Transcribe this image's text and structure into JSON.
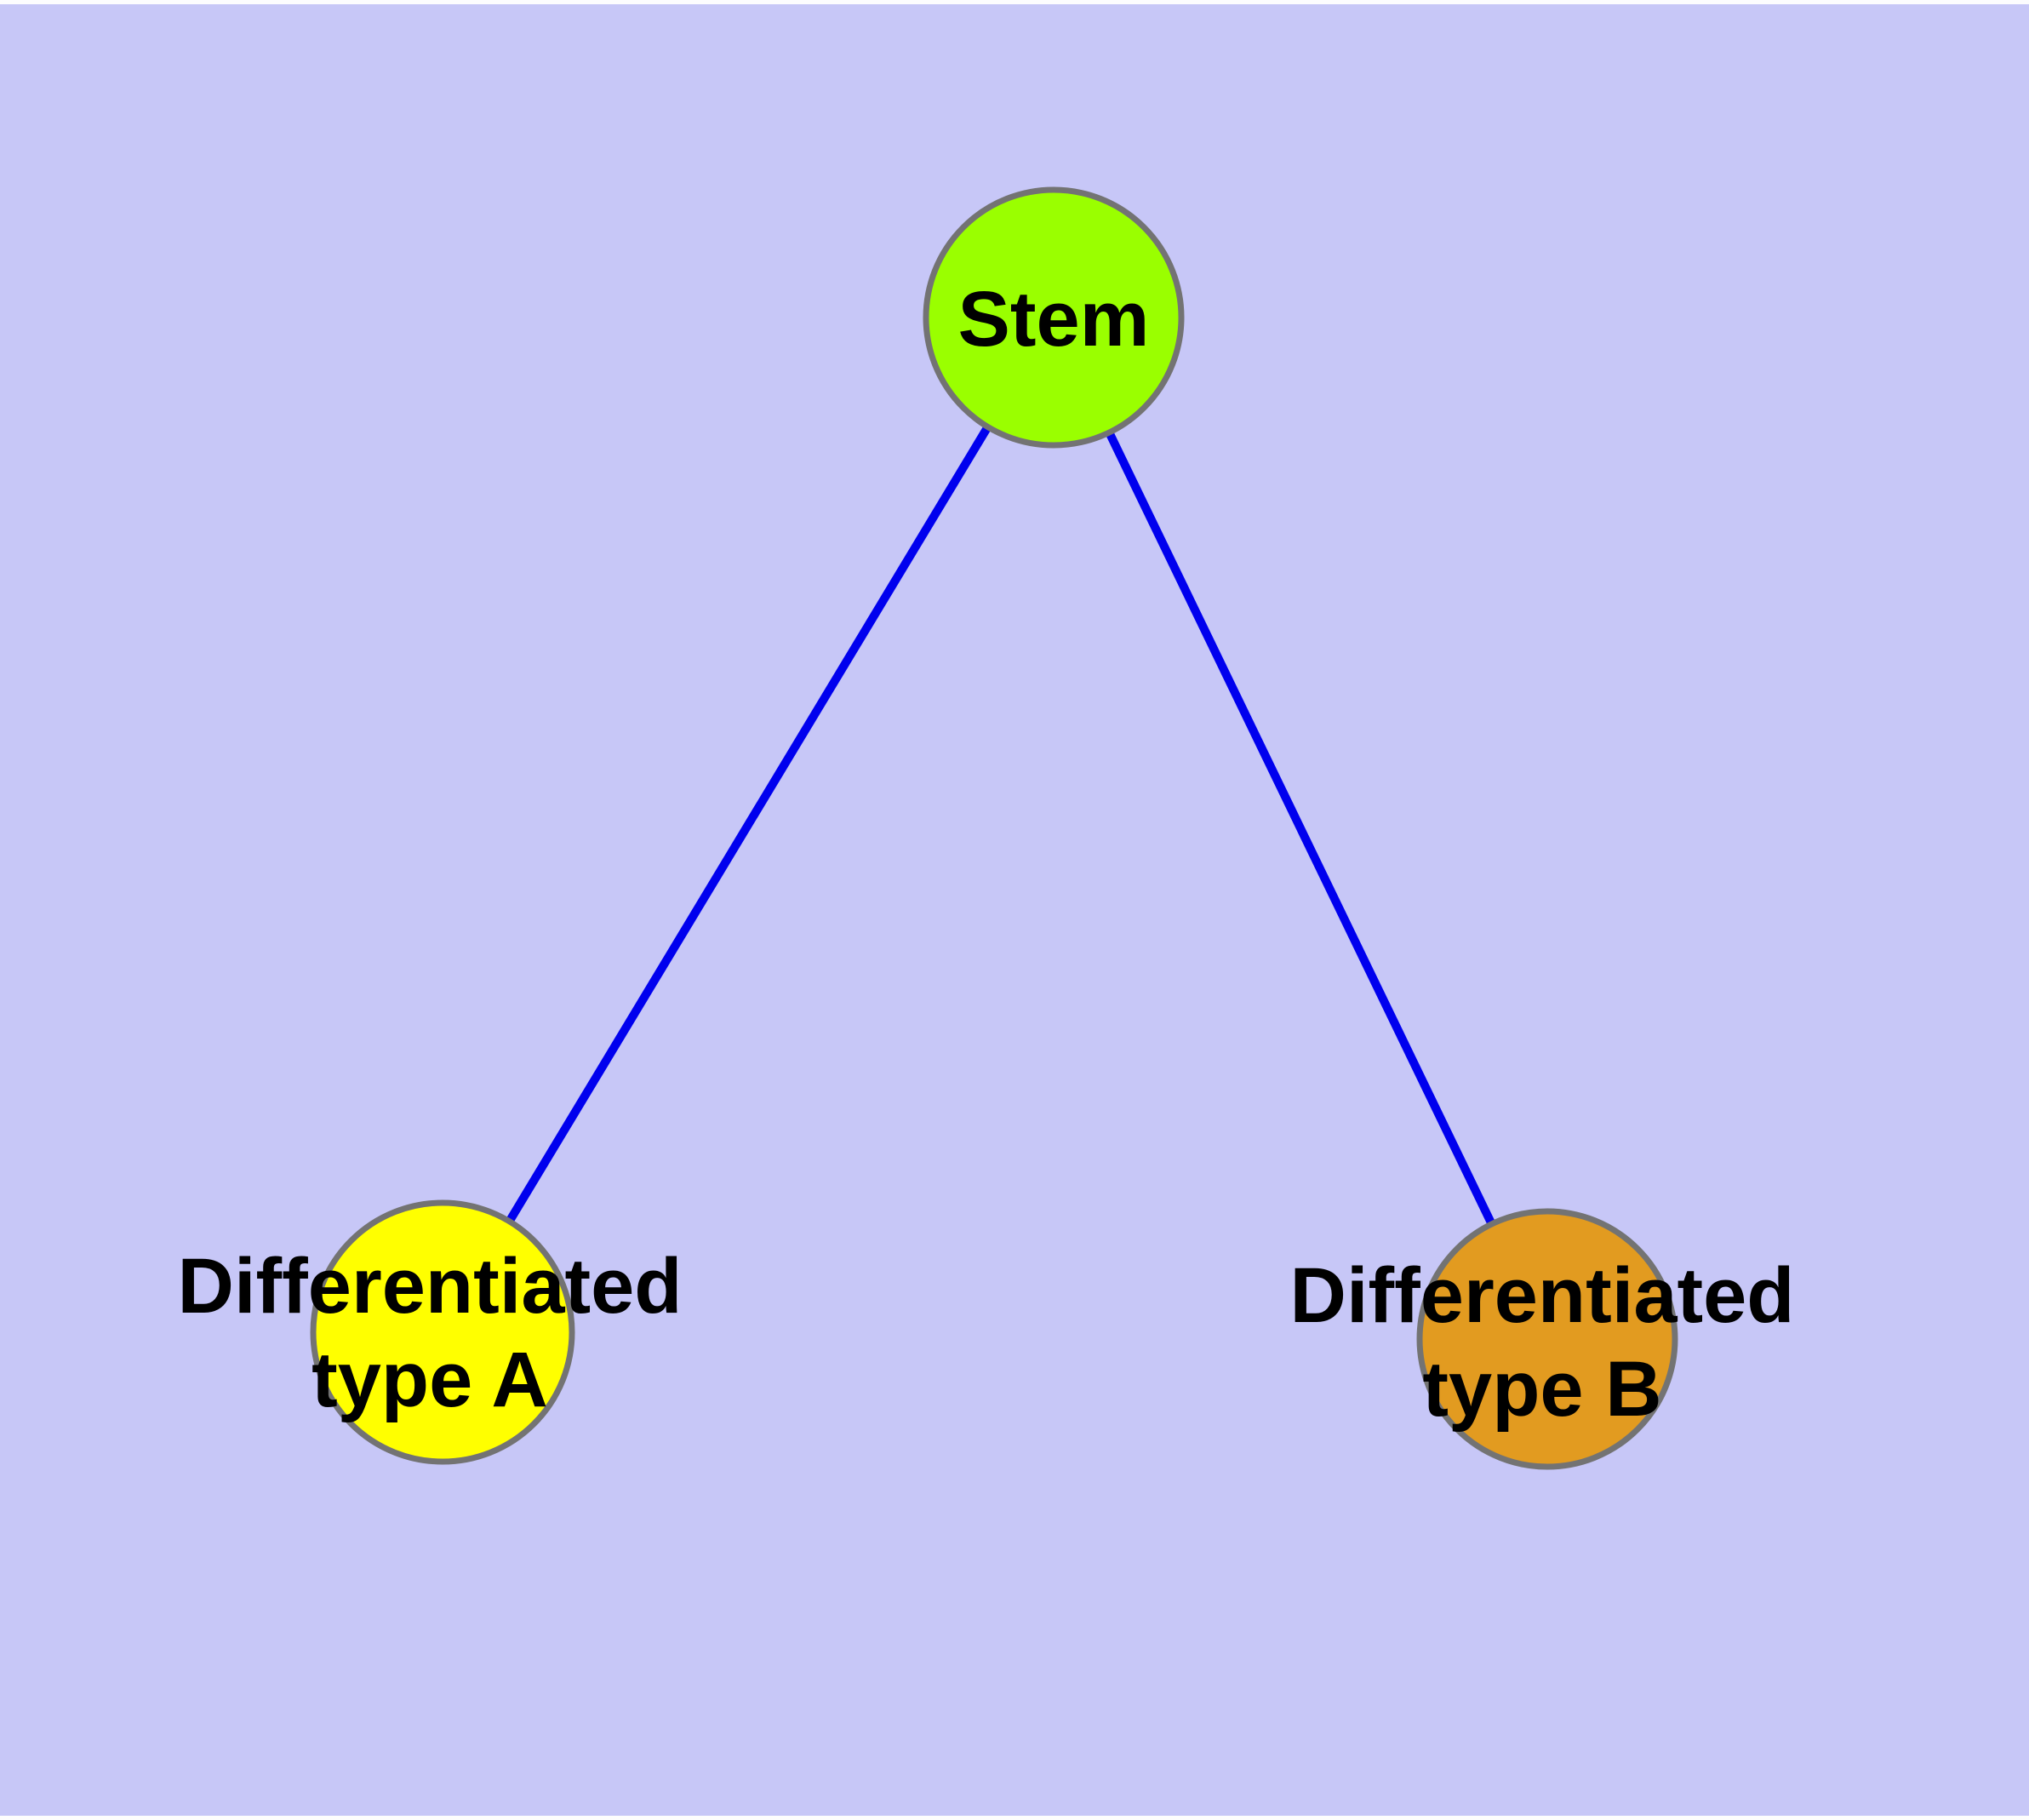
{
  "canvas": {
    "background_color": "#c7c7f7",
    "top_strip_color": "#fcfcfe",
    "bottom_strip_color": "#fdfdfd"
  },
  "label_color": "#000000",
  "nodes": {
    "stem": {
      "label": "Stem",
      "fill": "#9aff00",
      "stroke": "#737373"
    },
    "type_a": {
      "lines": [
        "Differentiated",
        "type A"
      ],
      "fill": "#ffff00",
      "stroke": "#737373"
    },
    "type_b": {
      "lines": [
        "Differentiated",
        "type B"
      ],
      "fill": "#e29b20",
      "stroke": "#737373"
    }
  },
  "edges": {
    "color": "#0000ee",
    "list": [
      {
        "from": "Stem",
        "to": "Differentiated type A"
      },
      {
        "from": "Stem",
        "to": "Differentiated type B"
      }
    ]
  }
}
